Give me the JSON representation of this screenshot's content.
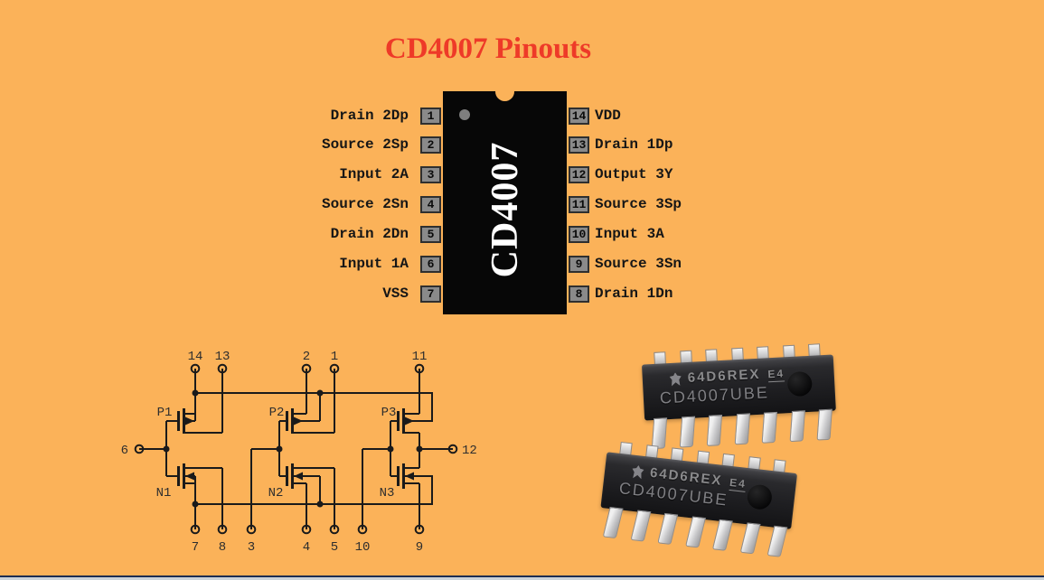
{
  "title": "CD4007 Pinouts",
  "colors": {
    "background": "#FBB259",
    "title_red": "#EE3A28",
    "chip_body": "#070707",
    "pin_box_gray": "#8A8A8A",
    "schematic_ink": "#1A1A1A",
    "bottom_edge_navy": "#1C2D52"
  },
  "chip_diagram": {
    "part_label": "CD4007",
    "left_pins": [
      {
        "num": "1",
        "label": "Drain 2Dp"
      },
      {
        "num": "2",
        "label": "Source 2Sp"
      },
      {
        "num": "3",
        "label": "Input 2A"
      },
      {
        "num": "4",
        "label": "Source 2Sn"
      },
      {
        "num": "5",
        "label": "Drain 2Dn"
      },
      {
        "num": "6",
        "label": "Input 1A"
      },
      {
        "num": "7",
        "label": "VSS"
      }
    ],
    "right_pins": [
      {
        "num": "14",
        "label": "VDD"
      },
      {
        "num": "13",
        "label": "Drain 1Dp"
      },
      {
        "num": "12",
        "label": "Output 3Y"
      },
      {
        "num": "11",
        "label": "Source 3Sp"
      },
      {
        "num": "10",
        "label": "Input 3A"
      },
      {
        "num": "9",
        "label": "Source 3Sn"
      },
      {
        "num": "8",
        "label": "Drain 1Dn"
      }
    ]
  },
  "schematic": {
    "top_terminals": [
      "14",
      "13",
      "2",
      "1",
      "11"
    ],
    "bottom_terminals": [
      "7",
      "8",
      "3",
      "4",
      "5",
      "10",
      "9"
    ],
    "left_terminal": "6",
    "right_terminal": "12",
    "pmos_labels": [
      "P1",
      "P2",
      "P3"
    ],
    "nmos_labels": [
      "N1",
      "N2",
      "N3"
    ]
  },
  "chip_photos": {
    "marking_line1": "64D6REX",
    "marking_line1b": "E4",
    "marking_line2": "CD4007UBE"
  }
}
